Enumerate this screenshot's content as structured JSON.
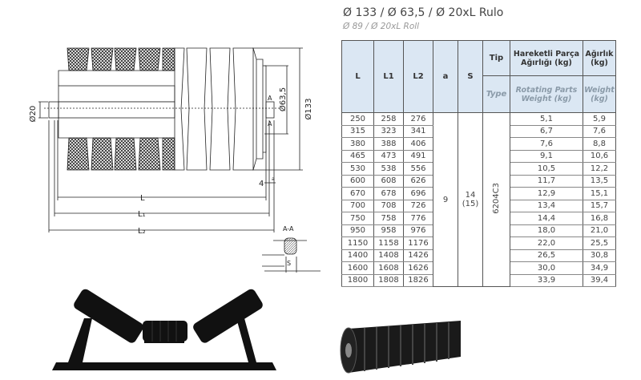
{
  "title": "Ø 133 / Ø 63,5 / Ø 20xL Rulo",
  "subtitle": "Ø 89 / Ø 20xL Roll",
  "drawing": {
    "d20": "Ø20",
    "d63": "Ø63,5",
    "d133": "Ø133",
    "sectionA": "A",
    "sectionAA": "A-A",
    "L": "L",
    "L1": "L₁",
    "L2": "L₂",
    "four": "4",
    "a": "a",
    "S": "S"
  },
  "table": {
    "headers": {
      "L": "L",
      "L1": "L1",
      "L2": "L2",
      "a": "a",
      "S": "S",
      "tip": "Tip",
      "tip_en": "Type",
      "rot": "Hareketli Parça Ağırlığı (kg)",
      "rot_en": "Rotating Parts Weight (kg)",
      "wt": "Ağırlık (kg)",
      "wt_en": "Weight (kg)"
    },
    "a_value": "9",
    "s_value": "14",
    "s_value2": "(15)",
    "type_value": "6204C3",
    "rows": [
      [
        "250",
        "258",
        "276",
        "5,1",
        "5,9"
      ],
      [
        "315",
        "323",
        "341",
        "6,7",
        "7,6"
      ],
      [
        "380",
        "388",
        "406",
        "7,6",
        "8,8"
      ],
      [
        "465",
        "473",
        "491",
        "9,1",
        "10,6"
      ],
      [
        "530",
        "538",
        "556",
        "10,5",
        "12,2"
      ],
      [
        "600",
        "608",
        "626",
        "11,7",
        "13,5"
      ],
      [
        "670",
        "678",
        "696",
        "12,9",
        "15,1"
      ],
      [
        "700",
        "708",
        "726",
        "13,4",
        "15,7"
      ],
      [
        "750",
        "758",
        "776",
        "14,4",
        "16,8"
      ],
      [
        "950",
        "958",
        "976",
        "18,0",
        "21,0"
      ],
      [
        "1150",
        "1158",
        "1176",
        "22,0",
        "25,5"
      ],
      [
        "1400",
        "1408",
        "1426",
        "26,5",
        "30,8"
      ],
      [
        "1600",
        "1608",
        "1626",
        "30,0",
        "34,9"
      ],
      [
        "1800",
        "1808",
        "1826",
        "33,9",
        "39,4"
      ]
    ]
  }
}
